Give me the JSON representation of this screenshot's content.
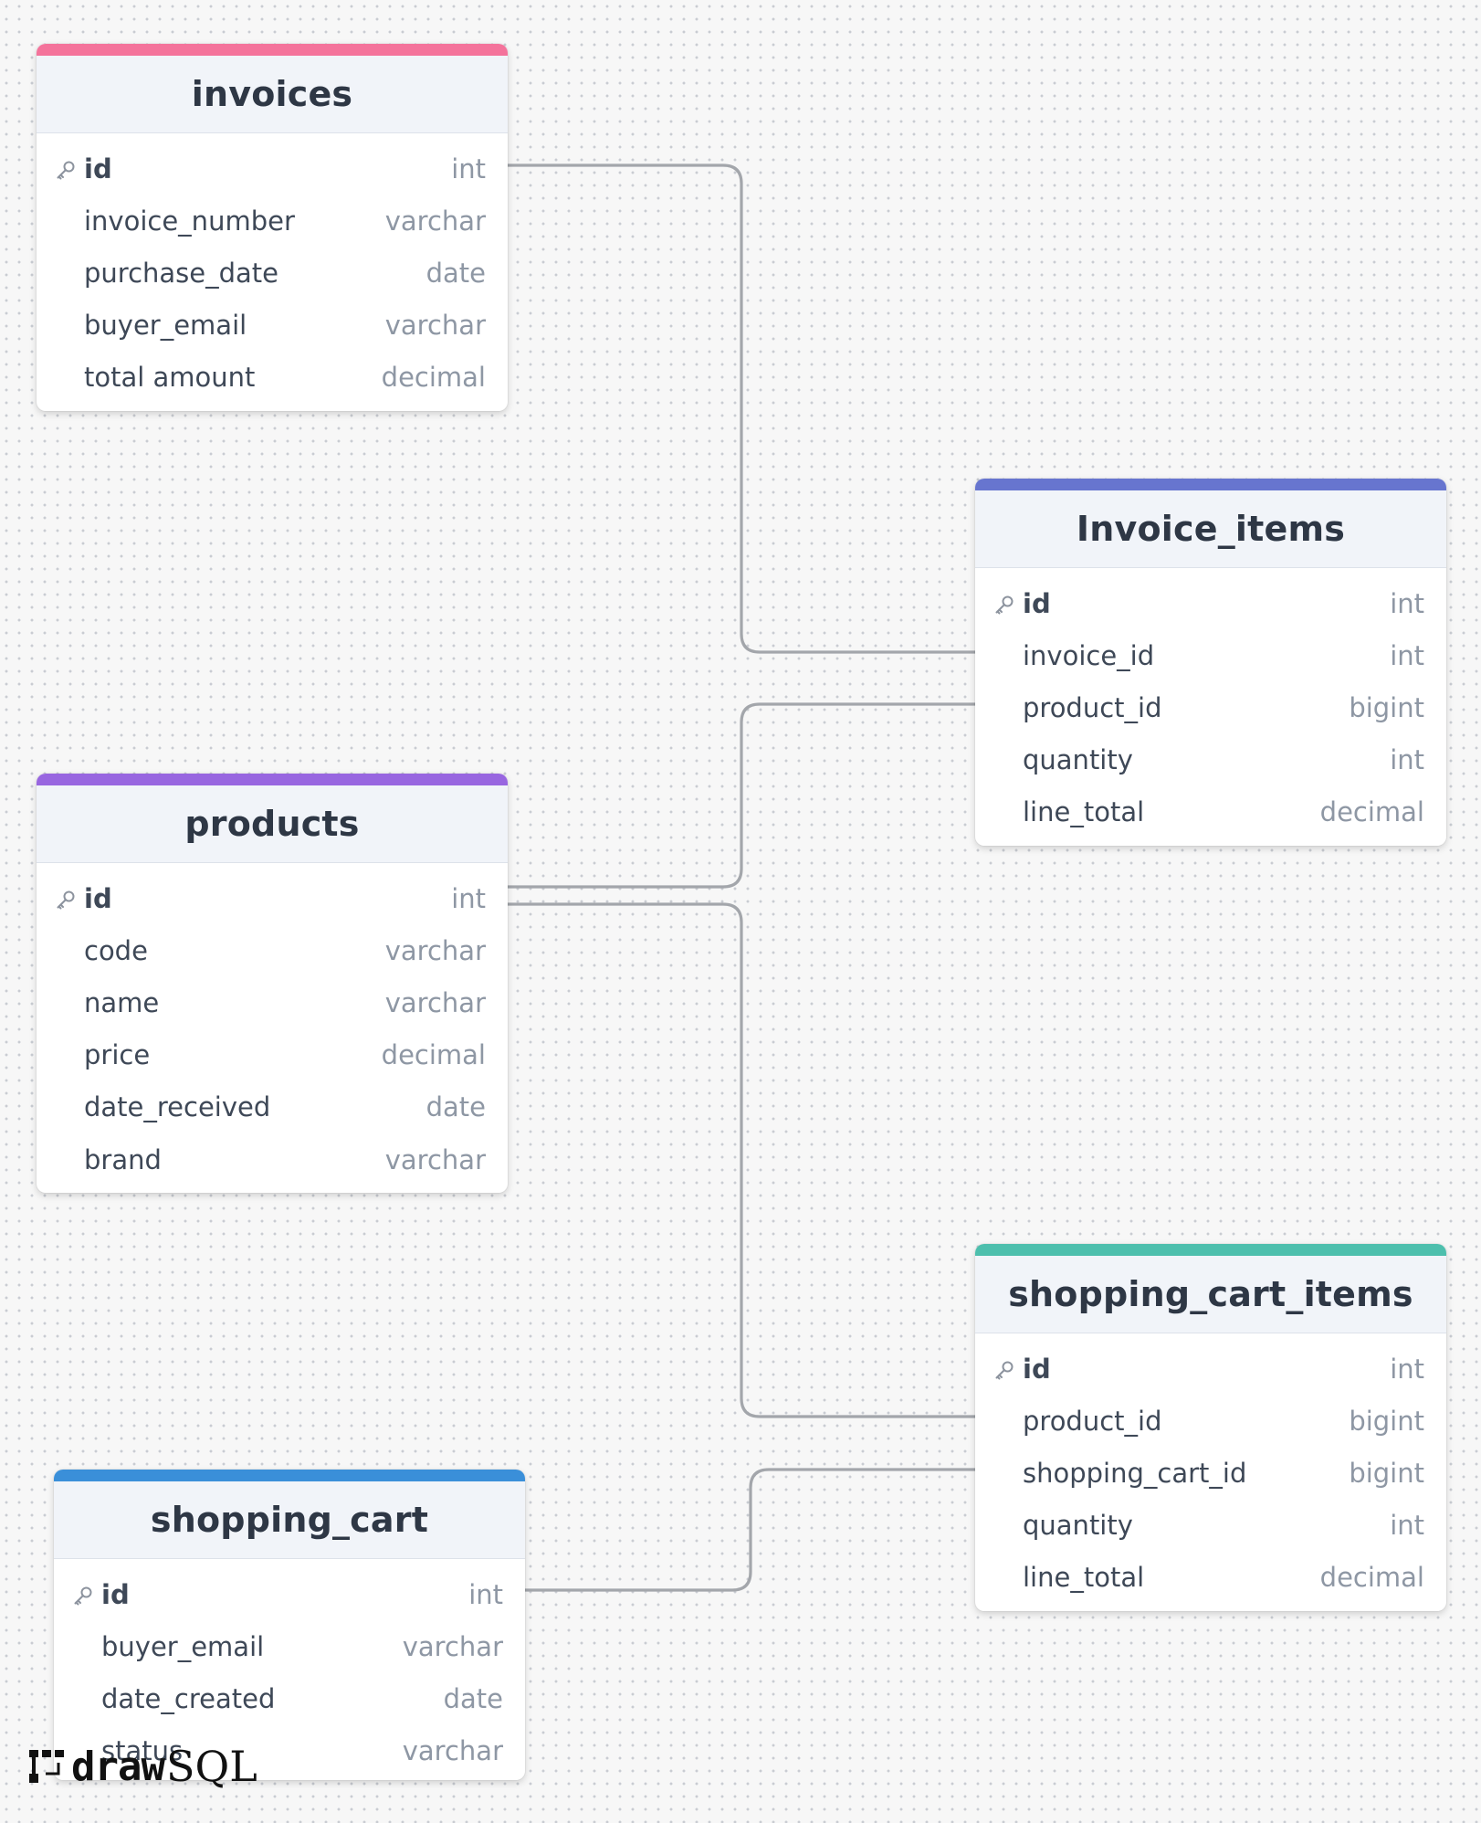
{
  "tables": [
    {
      "id": "invoices",
      "title": "invoices",
      "accent": "#f4739b",
      "columns": [
        {
          "name": "id",
          "type": "int",
          "pk": true
        },
        {
          "name": "invoice_number",
          "type": "varchar"
        },
        {
          "name": "purchase_date",
          "type": "date"
        },
        {
          "name": "buyer_email",
          "type": "varchar"
        },
        {
          "name": "total amount",
          "type": "decimal"
        }
      ]
    },
    {
      "id": "invoice-items",
      "title": "Invoice_items",
      "accent": "#6775cf",
      "columns": [
        {
          "name": "id",
          "type": "int",
          "pk": true
        },
        {
          "name": "invoice_id",
          "type": "int"
        },
        {
          "name": "product_id",
          "type": "bigint"
        },
        {
          "name": "quantity",
          "type": "int"
        },
        {
          "name": "line_total",
          "type": "decimal"
        }
      ]
    },
    {
      "id": "products",
      "title": "products",
      "accent": "#9866e0",
      "columns": [
        {
          "name": "id",
          "type": "int",
          "pk": true
        },
        {
          "name": "code",
          "type": "varchar"
        },
        {
          "name": "name",
          "type": "varchar"
        },
        {
          "name": "price",
          "type": "decimal"
        },
        {
          "name": "date_received",
          "type": "date"
        },
        {
          "name": "brand",
          "type": "varchar"
        }
      ]
    },
    {
      "id": "shopping-cart-items",
      "title": "shopping_cart_items",
      "accent": "#4dbfad",
      "columns": [
        {
          "name": "id",
          "type": "int",
          "pk": true
        },
        {
          "name": "product_id",
          "type": "bigint"
        },
        {
          "name": "shopping_cart_id",
          "type": "bigint"
        },
        {
          "name": "quantity",
          "type": "int"
        },
        {
          "name": "line_total",
          "type": "decimal"
        }
      ]
    },
    {
      "id": "shopping-cart",
      "title": "shopping_cart",
      "accent": "#3a8fd9",
      "columns": [
        {
          "name": "id",
          "type": "int",
          "pk": true
        },
        {
          "name": "buyer_email",
          "type": "varchar"
        },
        {
          "name": "date_created",
          "type": "date"
        },
        {
          "name": "status",
          "type": "varchar"
        }
      ]
    }
  ],
  "relations": [
    {
      "from": "invoices.id",
      "to": "Invoice_items.invoice_id"
    },
    {
      "from": "products.id",
      "to": "Invoice_items.product_id"
    },
    {
      "from": "products.id",
      "to": "shopping_cart_items.product_id"
    },
    {
      "from": "shopping_cart.id",
      "to": "shopping_cart_items.shopping_cart_id"
    }
  ],
  "colors": {
    "connector": "#a3a6ab",
    "key_icon": "#8c939e"
  },
  "brand": {
    "bold": "draw",
    "light": "SQL"
  }
}
